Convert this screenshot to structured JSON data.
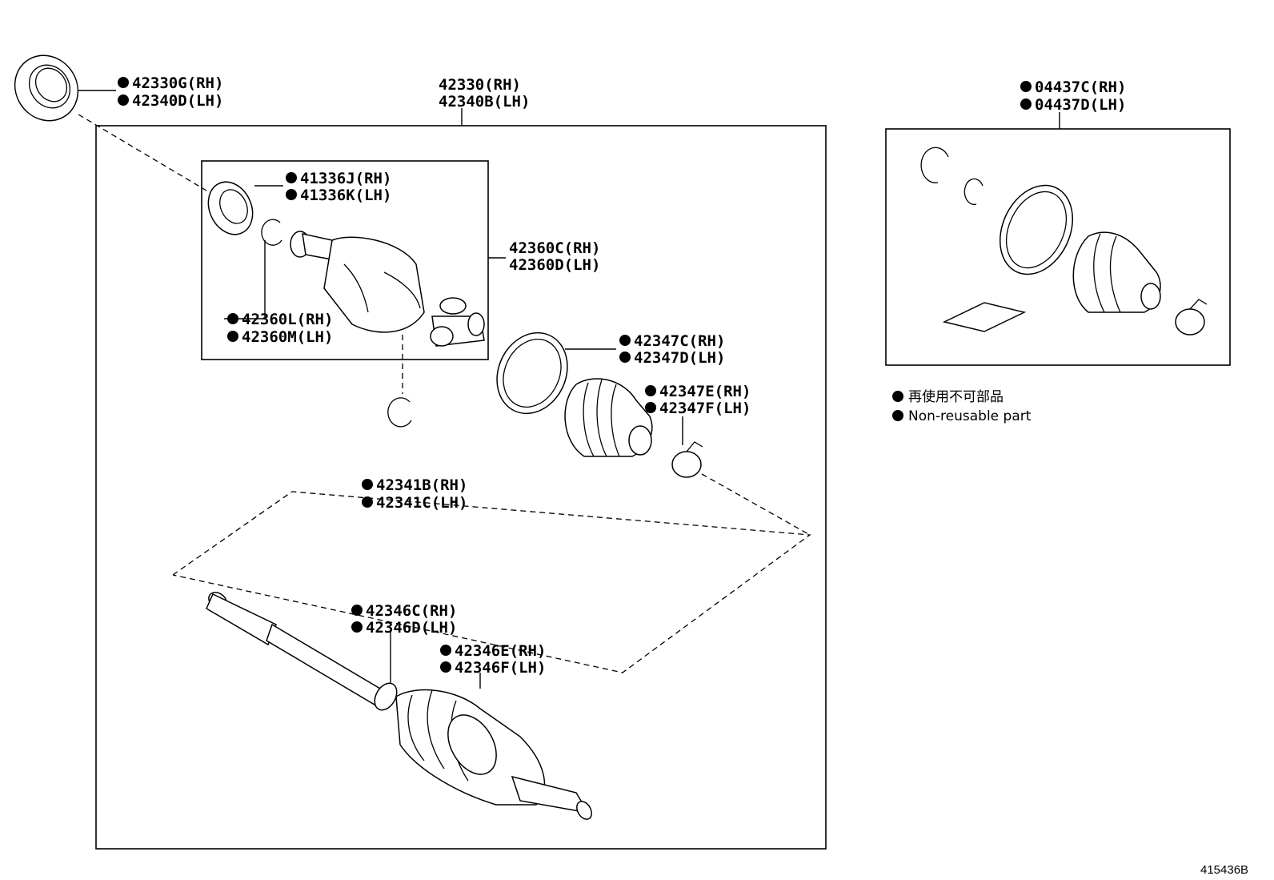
{
  "labels": {
    "oil_seal": [
      "42330G(RH)",
      "42340D(LH)"
    ],
    "shaft_assy": [
      "42330(RH)",
      "42340B(LH)"
    ],
    "inboard_seal": [
      "41336J(RH)",
      "41336K(LH)"
    ],
    "inboard_joint": [
      "42360C(RH)",
      "42360D(LH)"
    ],
    "inboard_snap": [
      "42360L(RH)",
      "42360M(LH)"
    ],
    "boot_clamp_big": [
      "42347C(RH)",
      "42347D(LH)"
    ],
    "boot_clamp_small": [
      "42347E(RH)",
      "42347F(LH)"
    ],
    "snap_ring": [
      "42341B(RH)",
      "42341C(LH)"
    ],
    "outboard_clamp_a": [
      "42346C(RH)",
      "42346D(LH)"
    ],
    "outboard_clamp_b": [
      "42346E(RH)",
      "42346F(LH)"
    ],
    "boot_kit": [
      "04437C(RH)",
      "04437D(LH)"
    ]
  },
  "legend": {
    "japanese": "再使用不可部品",
    "english": "Non-reusable part"
  },
  "figure_code": "415436B",
  "colors": {
    "ink": "#000000",
    "paper": "#ffffff"
  }
}
